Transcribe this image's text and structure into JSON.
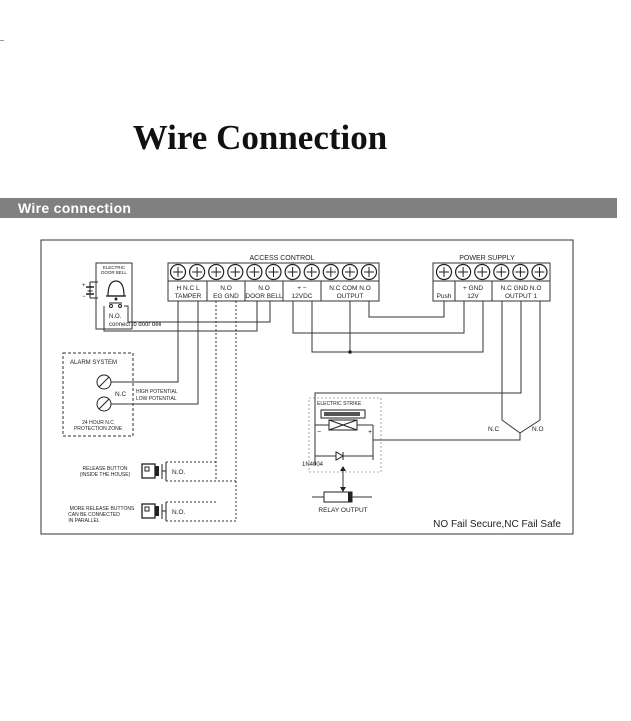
{
  "header": {
    "title": "Wire Connection"
  },
  "section": {
    "label": "Wire connection"
  },
  "diagram": {
    "access_control": {
      "title": "ACCESS CONTROL",
      "groups": [
        {
          "top": "H  N.C  L",
          "bottom": "TAMPER"
        },
        {
          "top": "N.O",
          "bottom": "EG  GND"
        },
        {
          "top": "N.O",
          "bottom": "DOOR BELL"
        },
        {
          "top": "+    −",
          "bottom": "12VDC"
        },
        {
          "top": "N.C  COM  N.O",
          "bottom": "OUTPUT"
        }
      ]
    },
    "power_supply": {
      "title": "POWER SUPPLY",
      "groups": [
        {
          "top": "",
          "bottom": "Push"
        },
        {
          "top": "+     GND",
          "bottom": "12V"
        },
        {
          "top": "N.C  GND  N.O",
          "bottom": "OUTPUT 1"
        }
      ]
    },
    "door_bell": {
      "label_line1": "ELECTRIC",
      "label_line2": "DOOR BELL",
      "no_label": "N.O.",
      "connect_label": "connect to door bell"
    },
    "alarm": {
      "title": "ALARM SYSTEM",
      "nc_label": "N.C",
      "high": "HIGH POTENTIAL",
      "low": "LOW POTENTIAL",
      "zone_line1": "24 HOUR N.C",
      "zone_line2": "PROTECTION ZONE"
    },
    "strike": {
      "title": "ELECTRIC STRIKE",
      "plus": "+",
      "minus": "−",
      "diode": "1N4004",
      "relay": "RELAY OUTPUT"
    },
    "output_nc": "N.C",
    "output_no": "N.O",
    "release1": {
      "line1": "RELEASE BUTTON",
      "line2": "(INSIDE THE HOUSE)",
      "no_label": "N.O."
    },
    "release2": {
      "line1": "MORE RELEASE BUTTONS",
      "line2": "CAN BE CONNECTED",
      "line3": "IN PARALLEL",
      "no_label": "N.O."
    },
    "footer": "NO Fail Secure,NC Fail Safe"
  }
}
